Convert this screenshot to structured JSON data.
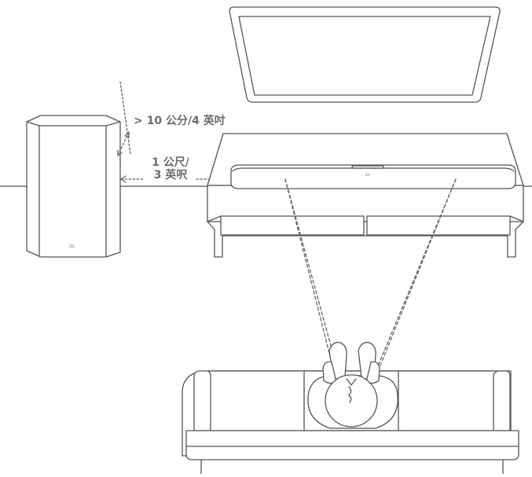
{
  "labels": {
    "subwoofer_wall_distance": "> 10 公分/4 英吋",
    "subwoofer_soundbar_distance_line1": "1 公尺/",
    "subwoofer_soundbar_distance_line2": "3 英呎"
  },
  "brand": {
    "subwoofer_logo": "JBL",
    "soundbar_logo": "JBL"
  },
  "colors": {
    "stroke": "#555555",
    "dashed": "#666666",
    "label": "#6b6b6b",
    "fill": "#ffffff"
  }
}
